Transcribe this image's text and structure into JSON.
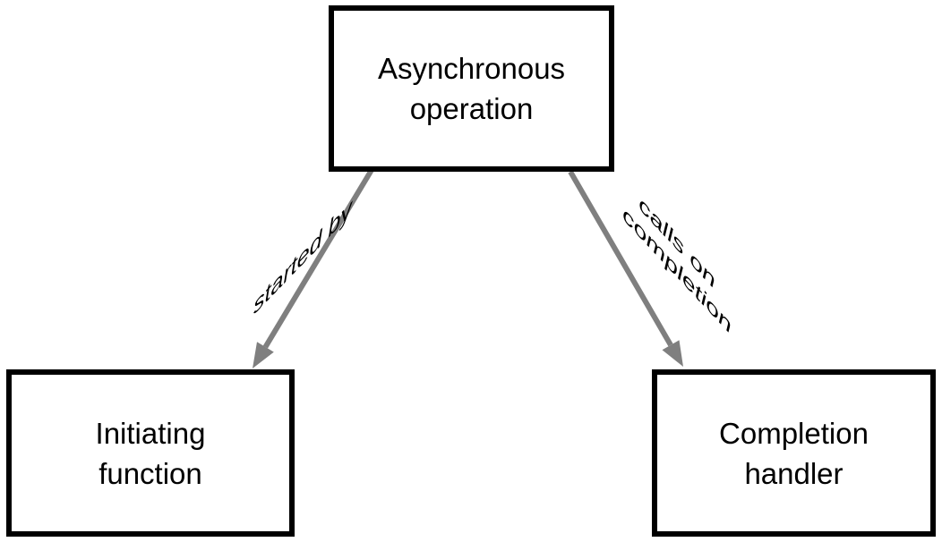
{
  "nodes": {
    "async_operation": {
      "line1": "Asynchronous",
      "line2": "operation"
    },
    "initiating_function": {
      "line1": "Initiating",
      "line2": "function"
    },
    "completion_handler": {
      "line1": "Completion",
      "line2": "handler"
    }
  },
  "edges": {
    "started_by": {
      "label": "started by"
    },
    "calls_on_completion": {
      "label_line1": "calls on",
      "label_line2": "completion"
    }
  },
  "colors": {
    "arrow": "#7f7f7f",
    "box_border": "#000000",
    "box_fill": "#ffffff",
    "text": "#000000",
    "background": "#ffffff"
  }
}
